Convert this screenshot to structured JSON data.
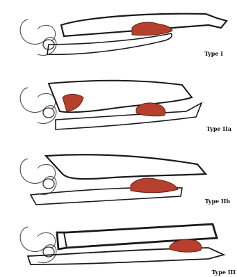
{
  "colors": {
    "bone_outline": "#1a1a1a",
    "soft_outline": "#555555",
    "fracture_fill": "#b5402e",
    "fracture_dark": "#6b1d12"
  },
  "panels": [
    {
      "label": "Type I"
    },
    {
      "label": "Type IIa"
    },
    {
      "label": "Type IIb"
    },
    {
      "label": "Type III"
    }
  ]
}
